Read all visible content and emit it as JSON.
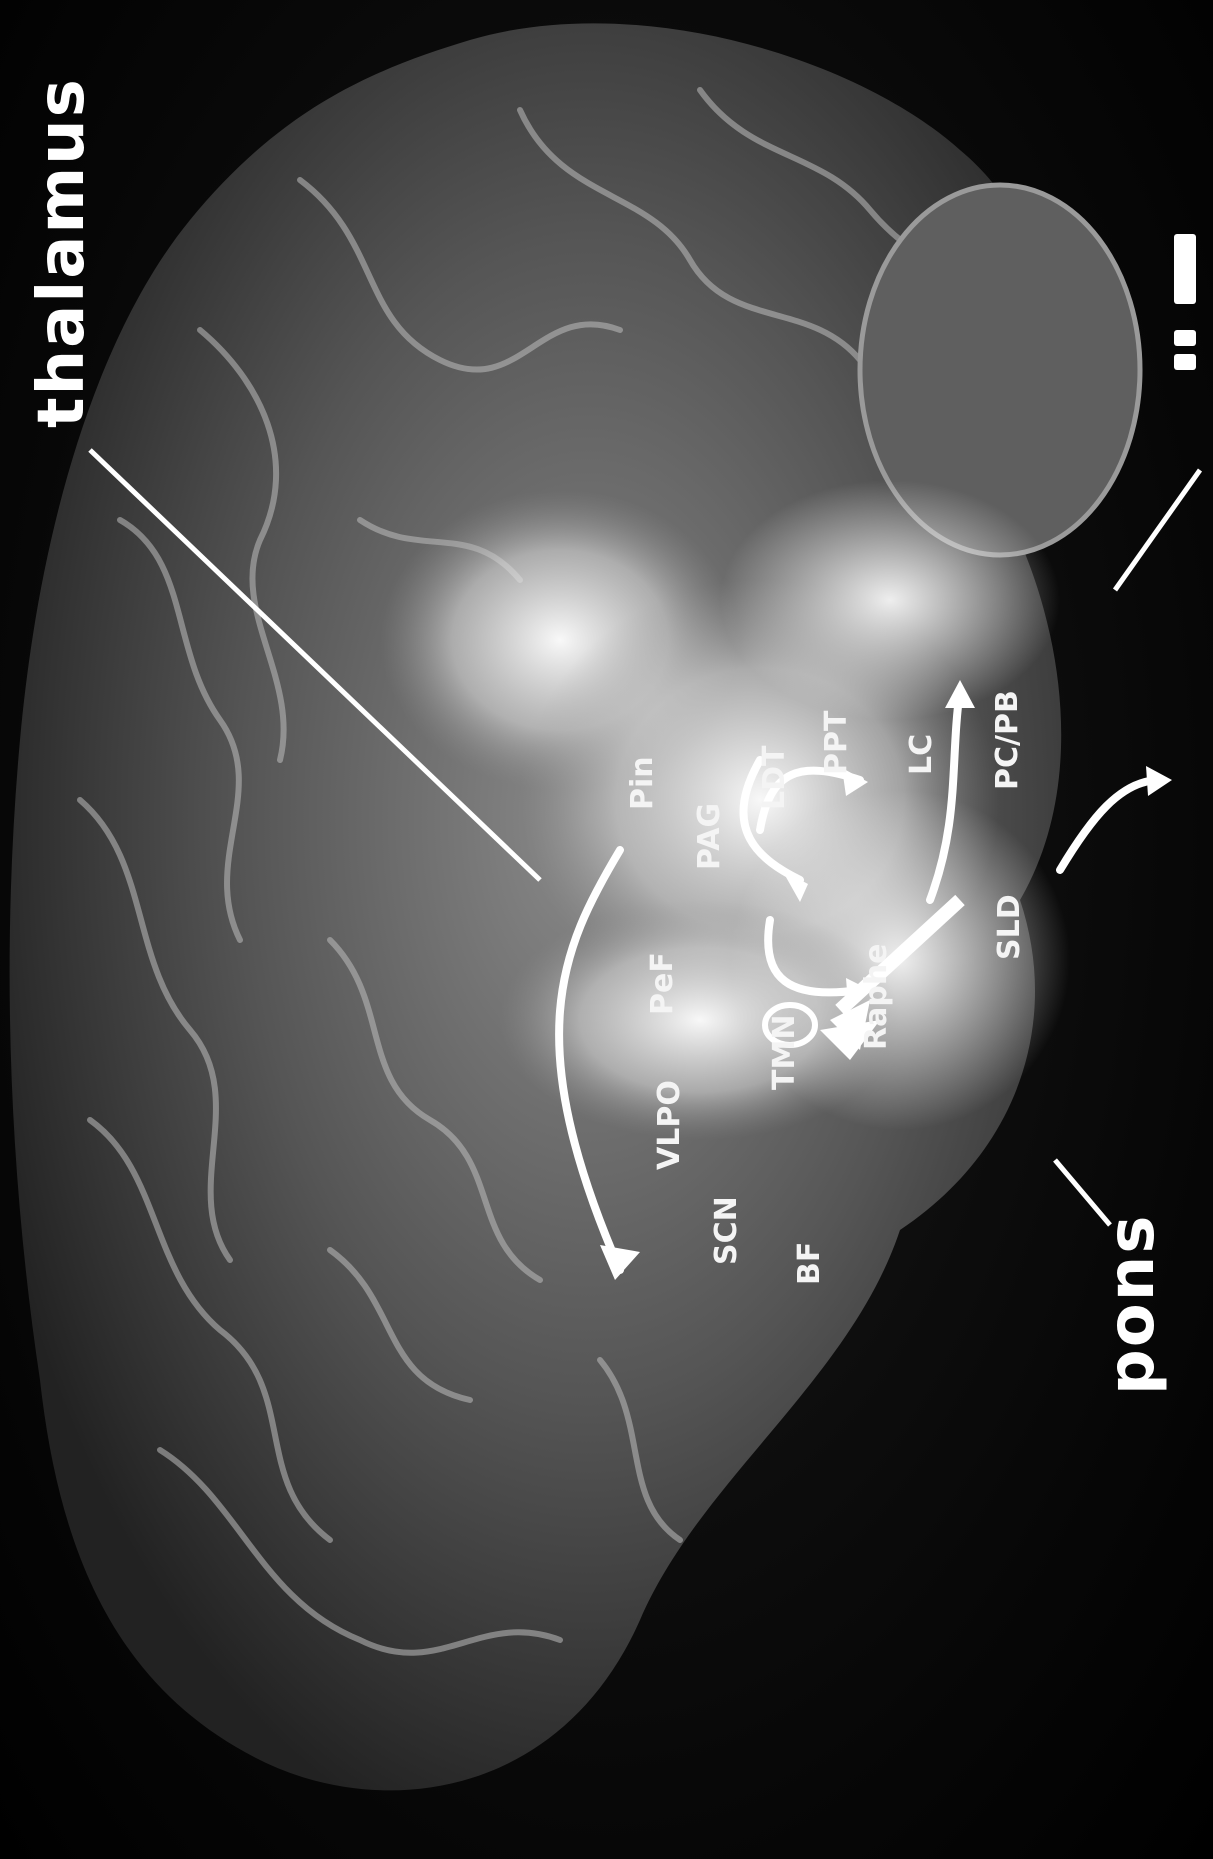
{
  "labels": {
    "thalamus": "thalamus",
    "pons": "pons",
    "cut_label": "m...ll"
  },
  "regions": {
    "pin": "Pin",
    "pag": "PAG",
    "ldt": "LDT",
    "ppt": "PPT",
    "lc": "LC",
    "pc_pb": "PC/PB",
    "pef": "PeF",
    "raphe": "Raphe",
    "sld": "SLD",
    "tmn": "TMN",
    "vlpo": "VLPO",
    "scn": "SCN",
    "bf": "BF"
  },
  "colors": {
    "background": "#000000",
    "text": "#ffffff"
  }
}
